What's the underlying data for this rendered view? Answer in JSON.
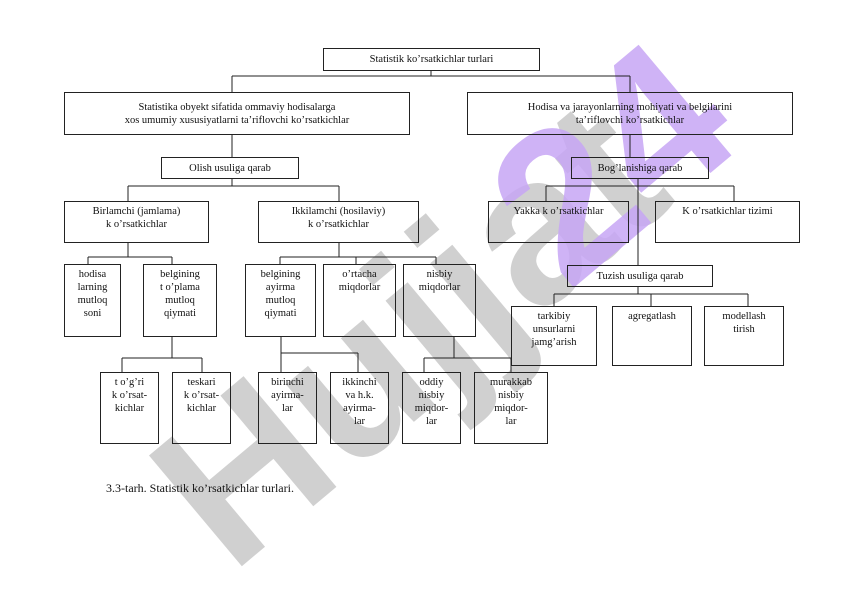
{
  "watermark": {
    "text": "Hujjat24",
    "color": "#c9c9c9",
    "accent": "#c8aef2"
  },
  "diagram": {
    "root": "Statistik ko’rsatkichlar turlari",
    "left_top": "Statistika obyekt sifatida ommaviy hodisalarga\nxos umumiy xususiyatlarni ta’riflovchi ko’rsatkichlar",
    "right_top": "Hodisa va jarayonlarning mohiyati va belgilarini\nta’riflovchi ko’rsatkichlar",
    "olish": "Olish usuliga qarab",
    "boglanish": "Bog’lanishiga qarab",
    "birlamchi": "Birlamchi (jamlama)\nk o’rsatkichlar",
    "ikkilamchi": "Ikkilamchi (hosilaviy)\nk o’rsatkichlar",
    "yakka": "Yakka k o’rsatkichlar",
    "tizimi": "K o’rsatkichlar tizimi",
    "tuzish": "Tuzish usuliga qarab",
    "hodisa_soni": "hodisa\nlarning\nmutloq\nsoni",
    "belgining_mutloq": "belgining\nt o’plama\nmutloq\nqiymati",
    "belgining_ayirma": "belgining\nayirma\nmutloq\nqiymati",
    "ortacha": "o’rtacha\nmiqdorlar",
    "nisbiy": "nisbiy\nmiqdorlar",
    "togri": "t o’g’ri\nk o’rsat-\nkichlar",
    "teskari": "teskari\nk o’rsat-\nkichlar",
    "birinchi": "birinchi\nayirma-\nlar",
    "ikkinchi": "ikkinchi\nva h.k.\nayirma-\nlar",
    "oddiy": "oddiy\nnisbiy\nmiqdor-\nlar",
    "murakkab": "murakkab\nnisbiy\nmiqdor-\nlar",
    "tarkibiy": "tarkibiy\nunsurlarni\njamg’arish",
    "agregatlash": "agregatlash",
    "modellash": "modellash\ntirish"
  },
  "caption": "3.3-tarh. Statistik ko’rsatkichlar turlari."
}
